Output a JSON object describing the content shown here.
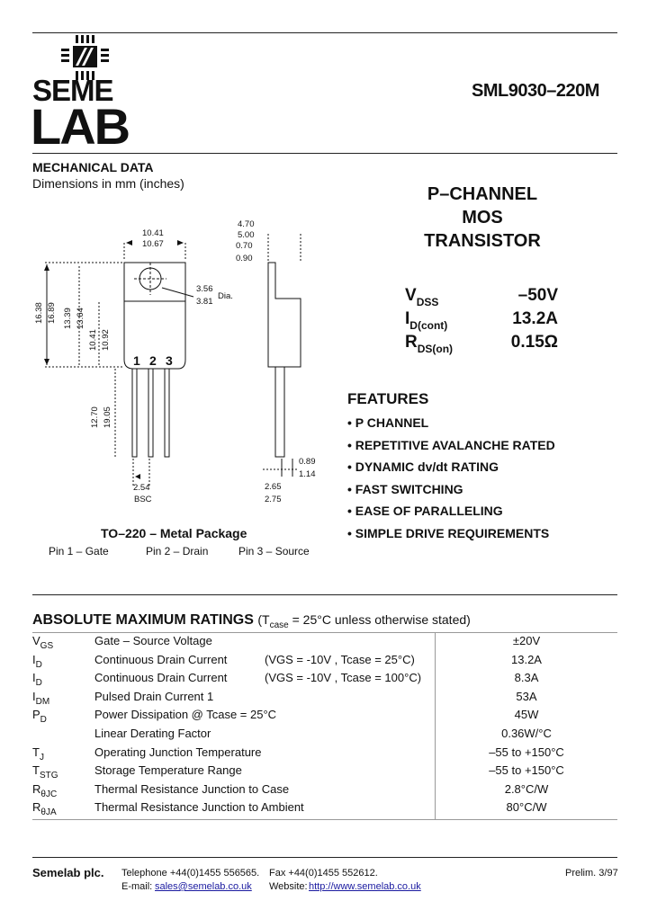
{
  "header": {
    "logo_line1": "SEME",
    "logo_line2": "LAB",
    "part_number": "SML9030–220M"
  },
  "mechanical": {
    "title": "MECHANICAL DATA",
    "subtitle": "Dimensions in mm (inches)",
    "dims": {
      "width_top_a": "10.41",
      "width_top_b": "10.67",
      "hole_a": "3.56",
      "hole_b": "3.81",
      "hole_label": "Dia.",
      "h_total_a": "16.38",
      "h_total_b": "16.89",
      "h_mid_a": "13.39",
      "h_mid_b": "13.64",
      "h_body_a": "10.41",
      "h_body_b": "10.92",
      "lead_a": "12.70",
      "lead_b": "19.05",
      "pitch": "2.54",
      "pitch_note": "BSC",
      "side_top_a": "4.70",
      "side_top_b": "5.00",
      "tab_a": "0.70",
      "tab_b": "0.90",
      "lead_w_a": "0.89",
      "lead_w_b": "1.14",
      "base_a": "2.65",
      "base_b": "2.75"
    },
    "pin_numbers": [
      "1",
      "2",
      "3"
    ],
    "package_title": "TO–220 – Metal Package",
    "pins": [
      "Pin 1 – Gate",
      "Pin 2 – Drain",
      "Pin 3 – Source"
    ]
  },
  "device": {
    "title_lines": [
      "P–CHANNEL",
      "MOS",
      "TRANSISTOR"
    ],
    "specs": [
      {
        "sym": "V",
        "sub": "DSS",
        "val": "–50V"
      },
      {
        "sym": "I",
        "sub": "D(cont)",
        "val": "13.2A"
      },
      {
        "sym": "R",
        "sub": "DS(on)",
        "val": "0.15Ω"
      }
    ]
  },
  "features": {
    "title": "FEATURES",
    "items": [
      "• P CHANNEL",
      "• REPETITIVE AVALANCHE RATED",
      "• DYNAMIC dv/dt RATING",
      "• FAST SWITCHING",
      "• EASE OF PARALLELING",
      "• SIMPLE DRIVE REQUIREMENTS"
    ]
  },
  "ratings": {
    "title": "ABSOLUTE MAXIMUM RATINGS",
    "note_pre": "(T",
    "note_sub": "case",
    "note_post": " = 25°C unless otherwise stated)",
    "rows": [
      {
        "sym": "V",
        "sub": "GS",
        "desc": "Gate – Source Voltage",
        "cond": "",
        "val": "±20V"
      },
      {
        "sym": "I",
        "sub": "D",
        "desc": "Continuous Drain Current",
        "cond": "(VGS = -10V , Tcase = 25°C)",
        "val": "13.2A"
      },
      {
        "sym": "I",
        "sub": "D",
        "desc": "Continuous Drain Current",
        "cond": "(VGS = -10V , Tcase = 100°C)",
        "val": "8.3A"
      },
      {
        "sym": "I",
        "sub": "DM",
        "desc": "Pulsed Drain Current 1",
        "cond": "",
        "val": "53A"
      },
      {
        "sym": "P",
        "sub": "D",
        "desc": "Power Dissipation @ Tcase = 25°C",
        "cond": "",
        "val": "45W"
      },
      {
        "sym": "",
        "sub": "",
        "desc": "Linear Derating Factor",
        "cond": "",
        "val": "0.36W/°C"
      },
      {
        "sym": "T",
        "sub": "J",
        "desc": "Operating Junction Temperature",
        "cond": "",
        "val": "–55 to +150°C"
      },
      {
        "sym": "T",
        "sub": "STG",
        "desc": "Storage Temperature Range",
        "cond": "",
        "val": "–55 to +150°C"
      },
      {
        "sym": "R",
        "sub": "θJC",
        "desc": "Thermal Resistance Junction to Case",
        "cond": "",
        "val": "2.8°C/W"
      },
      {
        "sym": "R",
        "sub": "θJA",
        "desc": "Thermal Resistance Junction to Ambient",
        "cond": "",
        "val": "80°C/W"
      }
    ]
  },
  "footer": {
    "company": "Semelab plc.",
    "phone": "Telephone +44(0)1455 556565.",
    "fax": "Fax +44(0)1455 552612.",
    "email_label": "E-mail:",
    "email": "sales@semelab.co.uk",
    "website_label": "Website:",
    "website": "http://www.semelab.co.uk",
    "status": "Prelim. 3/97"
  }
}
